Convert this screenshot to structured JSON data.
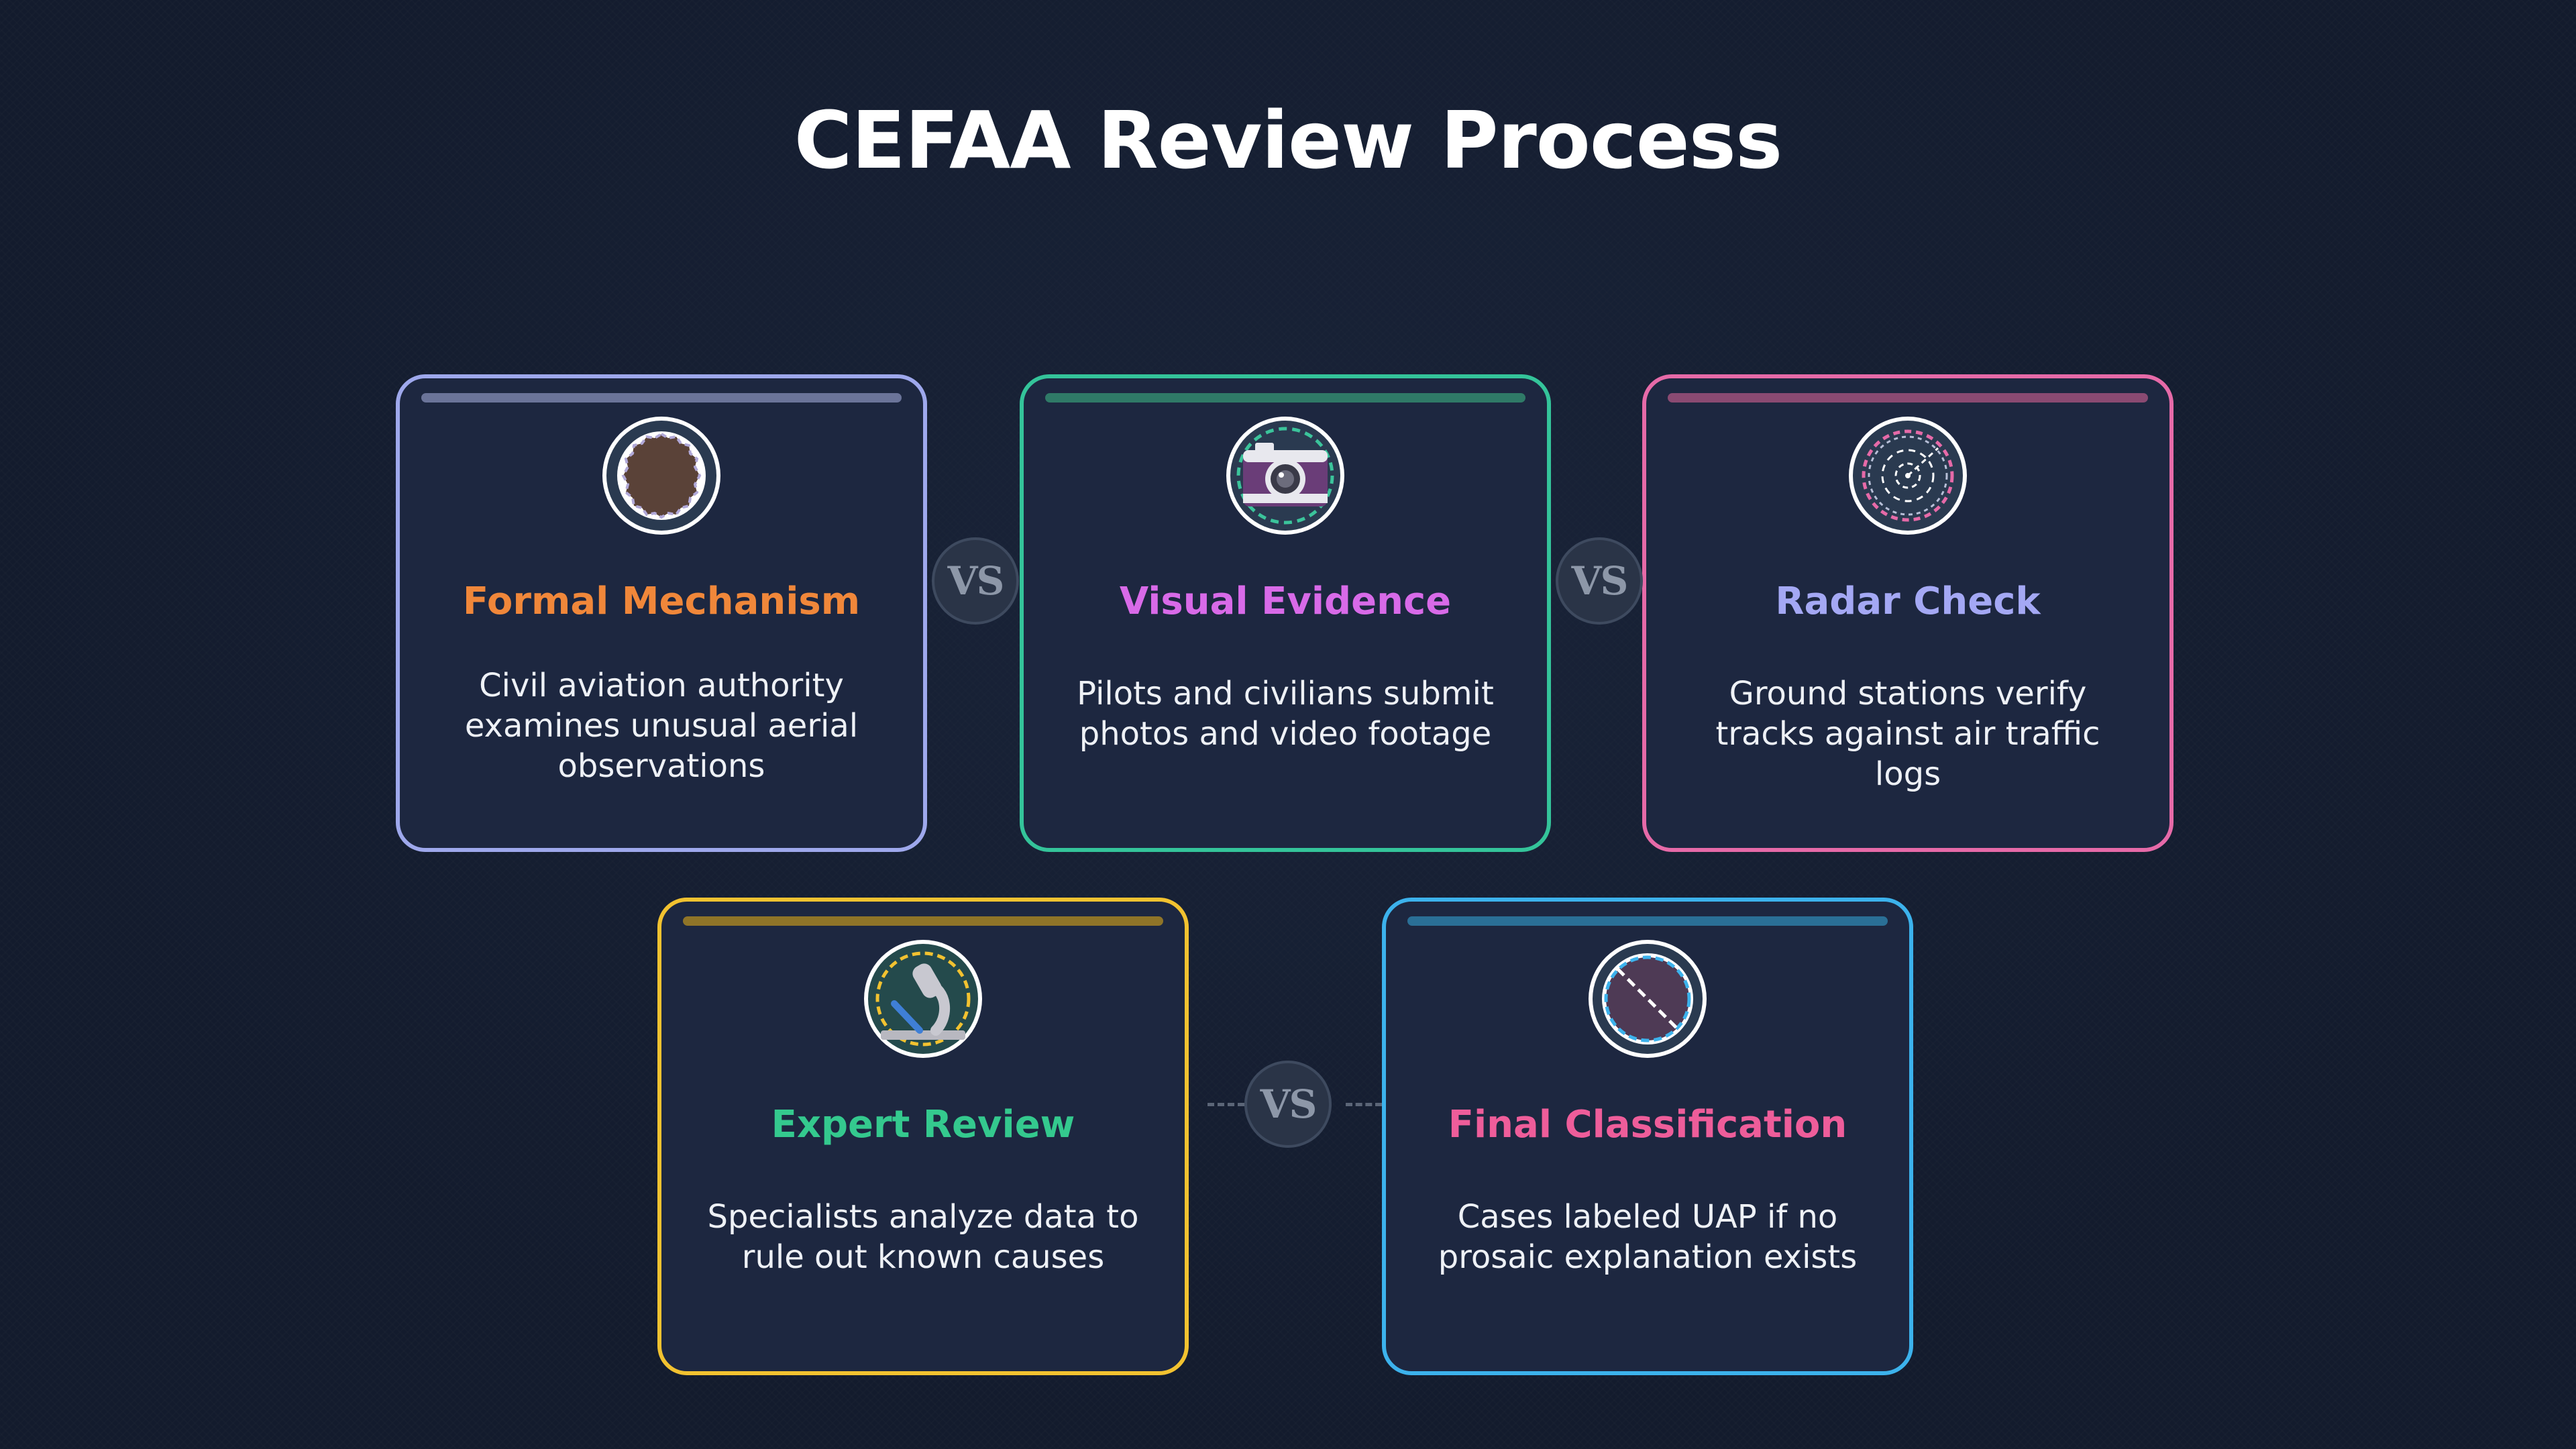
{
  "title": "CEFAA Review Process",
  "connector_label": "VS",
  "cards": [
    {
      "title": "Formal Mechanism",
      "title_color": "#f0873a",
      "border_color": "#9ea8ec",
      "bar_color": "#6b7499",
      "icon": "seal-icon",
      "desc": "Civil aviation authority examines unusual aerial observations"
    },
    {
      "title": "Visual Evidence",
      "title_color": "#d86ae8",
      "border_color": "#34c49a",
      "bar_color": "#2f7a67",
      "icon": "camera-icon",
      "desc": "Pilots and civilians submit photos and video footage"
    },
    {
      "title": "Radar Check",
      "title_color": "#a4a8f4",
      "border_color": "#e66aa8",
      "bar_color": "#8a4a72",
      "icon": "radar-icon",
      "desc": "Ground stations verify tracks against air traffic logs"
    },
    {
      "title": "Expert Review",
      "title_color": "#34c98e",
      "border_color": "#f2c230",
      "bar_color": "#8f7428",
      "icon": "microscope-icon",
      "desc": "Specialists analyze data to rule out known causes"
    },
    {
      "title": "Final Classification",
      "title_color": "#ee5d9a",
      "border_color": "#3cb2ec",
      "bar_color": "#2a6f96",
      "icon": "prohibited-icon",
      "desc": "Cases labeled UAP if no prosaic explanation exists"
    }
  ]
}
